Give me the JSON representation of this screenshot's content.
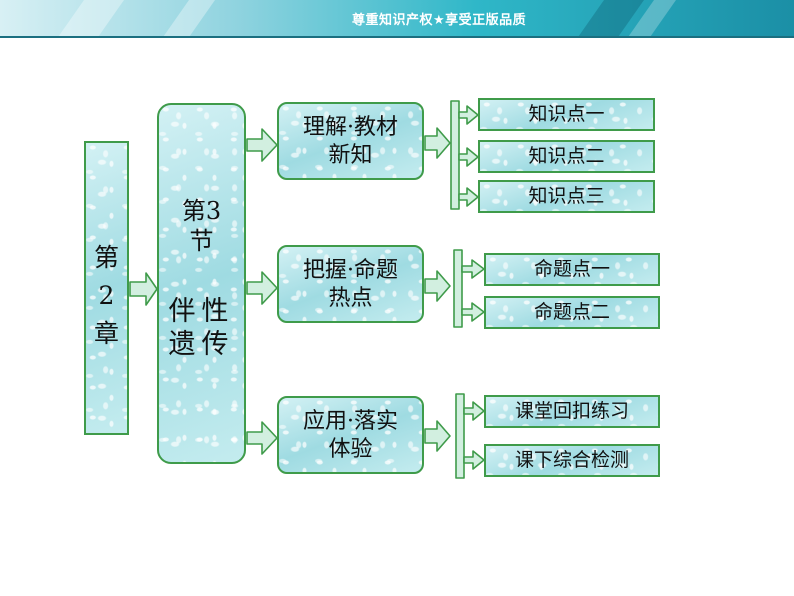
{
  "header": {
    "title": "尊重知识产权★享受正版品质"
  },
  "chapter": {
    "label": "第\n2\n章"
  },
  "section": {
    "line1": "第3",
    "line2": "节",
    "line3": "伴性",
    "line4": "遗传"
  },
  "topics": [
    {
      "line1": "理解·教材",
      "line2": "新知",
      "items": [
        "知识点一",
        "知识点二",
        "知识点三"
      ]
    },
    {
      "line1": "把握·命题",
      "line2": "热点",
      "items": [
        "命题点一",
        "命题点二"
      ]
    },
    {
      "line1": "应用·落实",
      "line2": "体验",
      "items": [
        "课堂回扣练习",
        "课下综合检测"
      ]
    }
  ],
  "colors": {
    "border": "#3f9b4a",
    "box_fill": "#b9e6ea",
    "header_accent": "#1b8fa6"
  }
}
